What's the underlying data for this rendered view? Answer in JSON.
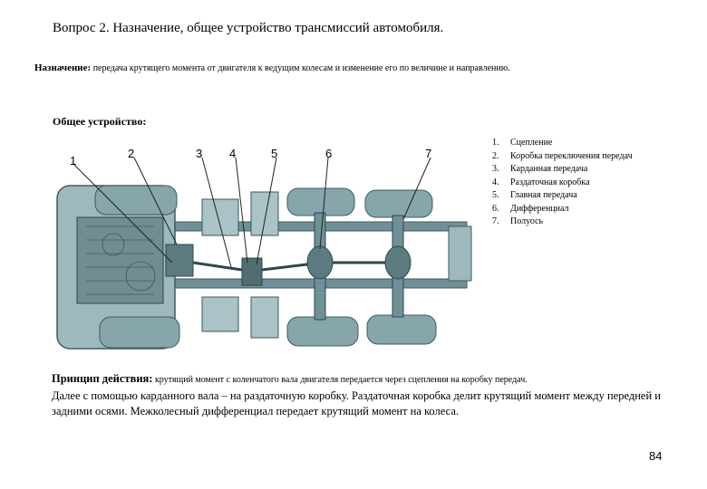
{
  "title": "Вопрос 2. Назначение, общее устройство трансмиссий автомобиля.",
  "purpose": {
    "label": "Назначение:",
    "text": " передача крутящего момента от двигателя к ведущим колесам и изменение его по величине и направлению."
  },
  "structure_heading": "Общее устройство:",
  "diagram_numbers": [
    "1",
    "2",
    "3",
    "4",
    "5",
    "6",
    "7"
  ],
  "legend": [
    {
      "n": "1.",
      "text": "Сцепление"
    },
    {
      "n": "2.",
      "text": "Коробка переключения передач"
    },
    {
      "n": "3.",
      "text": "Карданная передача"
    },
    {
      "n": "4.",
      "text": "Раздаточная коробка"
    },
    {
      "n": "5.",
      "text": "Главная передача"
    },
    {
      "n": "6.",
      "text": "Дифференциал"
    },
    {
      "n": "7.",
      "text": "Полуось"
    }
  ],
  "principle": {
    "label": "Принцип действия:",
    "text1": " крутящий момент с коленчатого вала двигателя передается через сцепления на коробку передач.",
    "text2": "Далее с помощью карданного вала – на раздаточную коробку. Раздаточная коробка делит крутящий момент между передней и задними осями. Межколесный дифференциал передает крутящий момент на колеса."
  },
  "page_number": "84",
  "colors": {
    "chassis": "#8fb0b4",
    "tire": "#7f9ea4",
    "dark": "#3d5a60",
    "leader": "#222222"
  }
}
